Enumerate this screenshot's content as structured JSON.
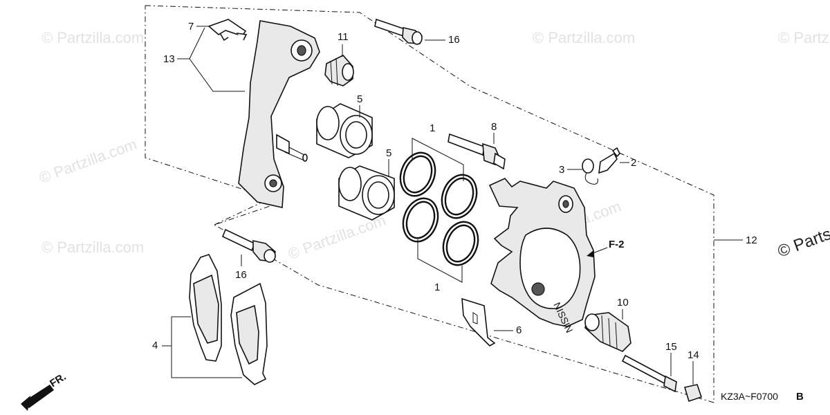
{
  "diagram": {
    "code": "KZ3A~F0700",
    "code_suffix": "B",
    "fr_label": "FR.",
    "ref_label": "F-2",
    "watermarks": [
      "© Partzilla.com",
      "© Partzilla.com",
      "© Partzilla.com",
      "© Partzilla.com",
      "© Partzilla.com",
      "© Partzilla.com",
      "© Partzilla.com",
      "© Parts"
    ],
    "callouts": [
      "1",
      "1",
      "2",
      "3",
      "4",
      "5",
      "5",
      "6",
      "7",
      "8",
      "10",
      "11",
      "12",
      "13",
      "14",
      "15",
      "16",
      "16"
    ],
    "caliper_brand": "NISSIN"
  }
}
